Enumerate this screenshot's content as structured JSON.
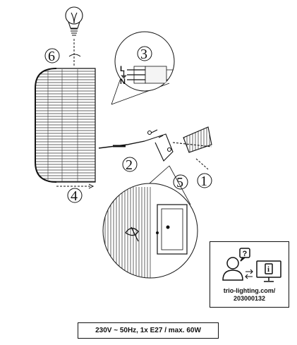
{
  "steps": [
    "1",
    "2",
    "3",
    "4",
    "5",
    "6"
  ],
  "wiring": {
    "live": "L",
    "earth": "⏚",
    "neutral": "N"
  },
  "info": {
    "url_line1": "trio-lighting.com/",
    "url_line2": "203000132",
    "question_icon": "question-bubble-icon",
    "info_icon": "info-monitor-icon"
  },
  "spec": "230V ~ 50Hz, 1x E27 / max. 60W"
}
